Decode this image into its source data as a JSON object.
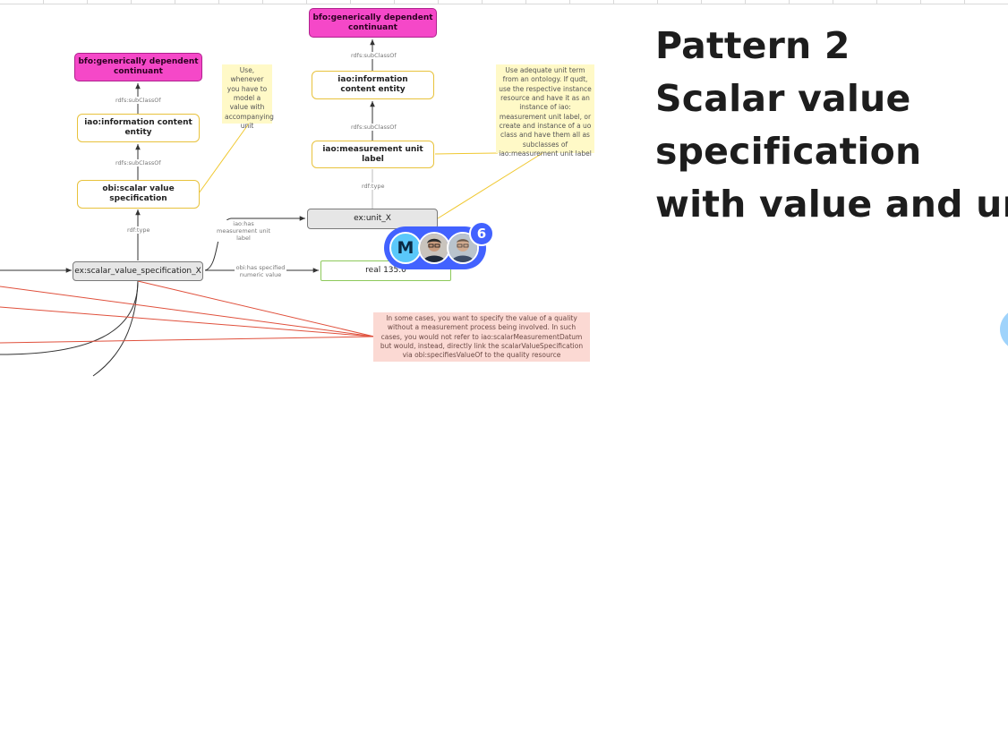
{
  "title": {
    "lines": [
      "Pattern 2",
      "Scalar value",
      "specification",
      "with value and unit"
    ]
  },
  "nodes": {
    "bfo_left": "bfo:generically dependent continuant",
    "bfo_right": "bfo:generically dependent continuant",
    "ice_left": "iao:information content entity",
    "ice_right": "iao:information content entity",
    "scalar_spec": "obi:scalar value specification",
    "unit_label": "iao:measurement unit label",
    "unit_x": "ex:unit_X",
    "svs_x": "ex:scalar_value_specification_X",
    "value": "real 135.0"
  },
  "edge_labels": {
    "subclass_1": "rdfs:subClassOf",
    "subclass_2": "rdfs:subClassOf",
    "subclass_3": "rdfs:subClassOf",
    "subclass_4": "rdfs:subClassOf",
    "type_left": "rdf:type",
    "type_right": "rdf:type",
    "has_unit_label": "iao:has measurement unit label",
    "has_numeric_value": "obi:has specified numeric value"
  },
  "notes": {
    "yellow_left": "Use, whenever you have to model a value with accompanying unit",
    "yellow_right": "Use adequate unit term from an ontology. If qudt, use the respective instance resource and have it as an instance of iao: measurement unit label, or create and instance of a uo class and have them all as subclasses of iao:measurement unit label",
    "red": "In some cases, you want to specify the value of a quality without a measurement process being involved. In such cases, you would not refer to iao:scalarMeasurementDatum but would, instead, directly link the scalarValueSpecification via obi:specifiesValueOf to the quality resource"
  },
  "presence": {
    "initial": "M",
    "count": "6",
    "avatars": [
      "user-avatar-1",
      "user-avatar-2"
    ]
  },
  "colors": {
    "class_pink": "#f548c8",
    "class_border_yellow": "#e8c23c",
    "instance_grey": "#e6e6e6",
    "literal_green": "#8dc95a",
    "note_yellow": "#fff9c7",
    "note_red": "#fbd9d3",
    "connector_red": "#e0503c",
    "connector_yellow": "#f0c830",
    "presence_blue": "#4262ff"
  }
}
